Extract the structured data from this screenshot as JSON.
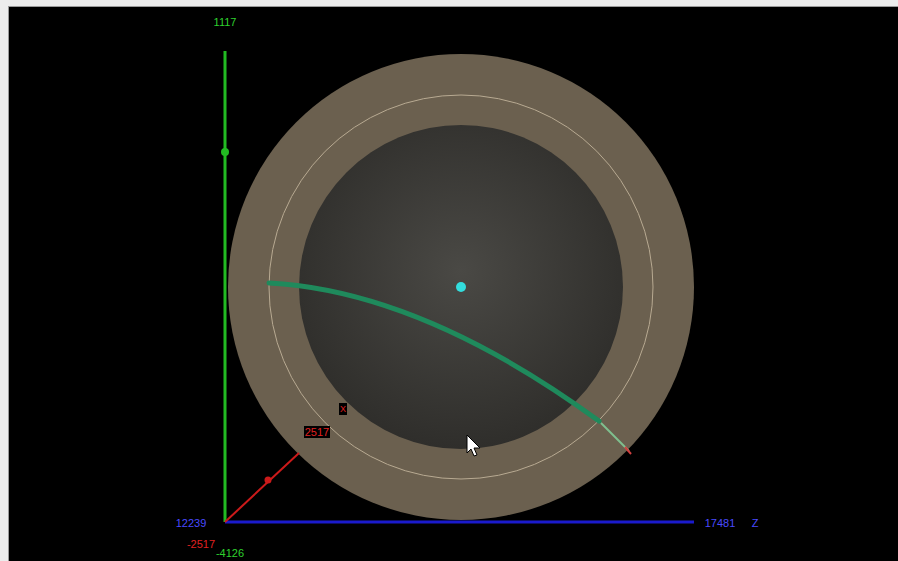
{
  "diagram": {
    "labels": [
      "1117",
      "X",
      "2517",
      "12239",
      "17481",
      "Z",
      "-2517",
      "-4126"
    ]
  }
}
